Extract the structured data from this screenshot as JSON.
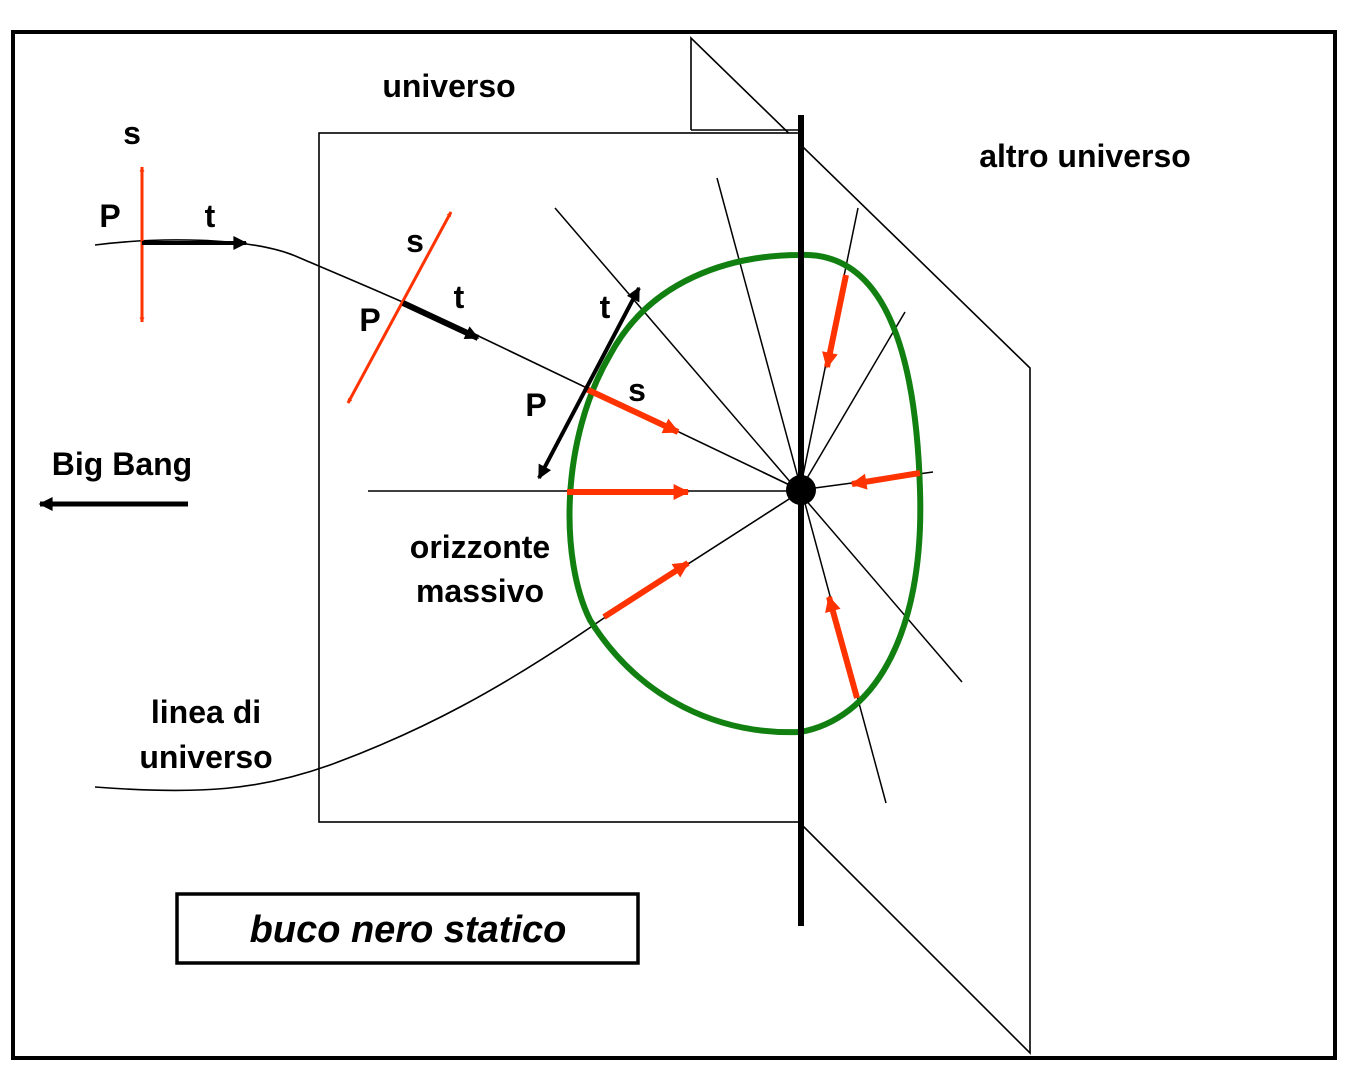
{
  "labels": {
    "universe": "universo",
    "other_universe": "altro universo",
    "big_bang": "Big Bang",
    "massive_horizon_line1": "orizzonte",
    "massive_horizon_line2": "massivo",
    "world_line_line1": "linea di",
    "world_line_line2": "universo",
    "title": "buco nero statico"
  },
  "markers": {
    "P1": "P",
    "s1": "s",
    "t1": "t",
    "P2": "P",
    "s2": "s",
    "t2": "t",
    "P3": "P",
    "s3": "s",
    "t3": "t"
  },
  "colors": {
    "vector_red": "#ff3300",
    "horizon_green": "#118011",
    "line_black": "#000000"
  }
}
